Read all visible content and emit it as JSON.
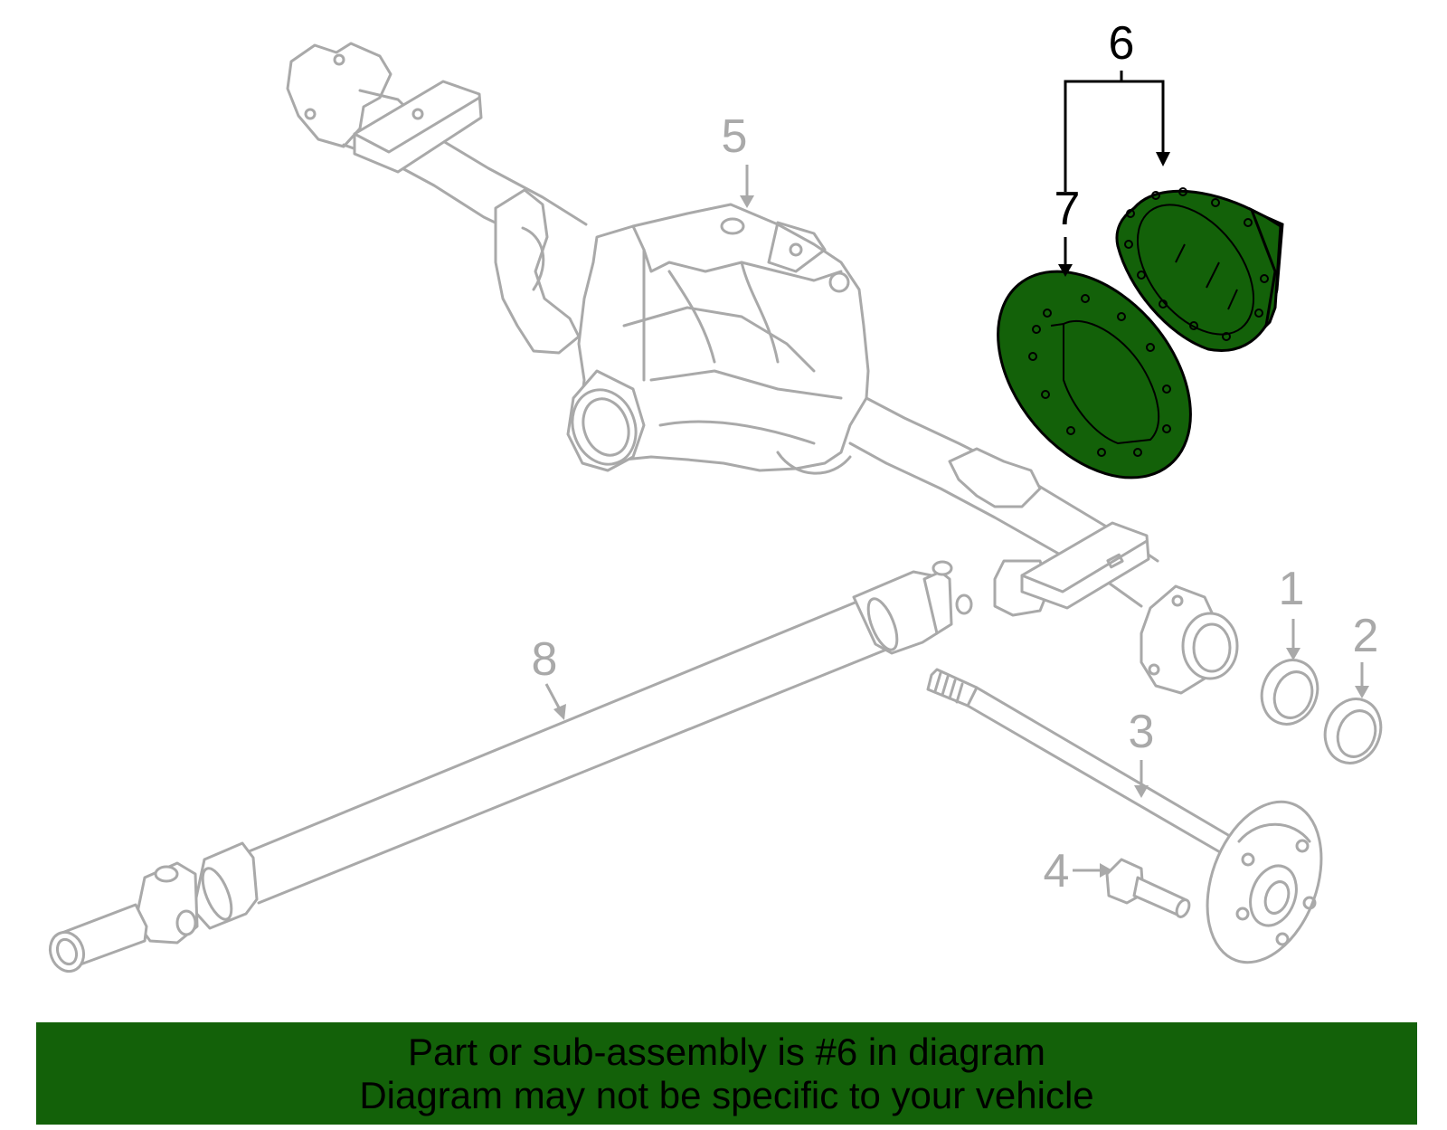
{
  "colors": {
    "highlight": "#136109",
    "ghost_lines": "#a9a9a9",
    "banner_bg": "#136109",
    "banner_text": "#000000"
  },
  "callouts": {
    "c1": "1",
    "c2": "2",
    "c3": "3",
    "c4": "4",
    "c5": "5",
    "c6": "6",
    "c7": "7",
    "c8": "8"
  },
  "banner": {
    "line1": "Part or sub-assembly is #6 in diagram",
    "line2": "Diagram may not be specific to your vehicle"
  }
}
